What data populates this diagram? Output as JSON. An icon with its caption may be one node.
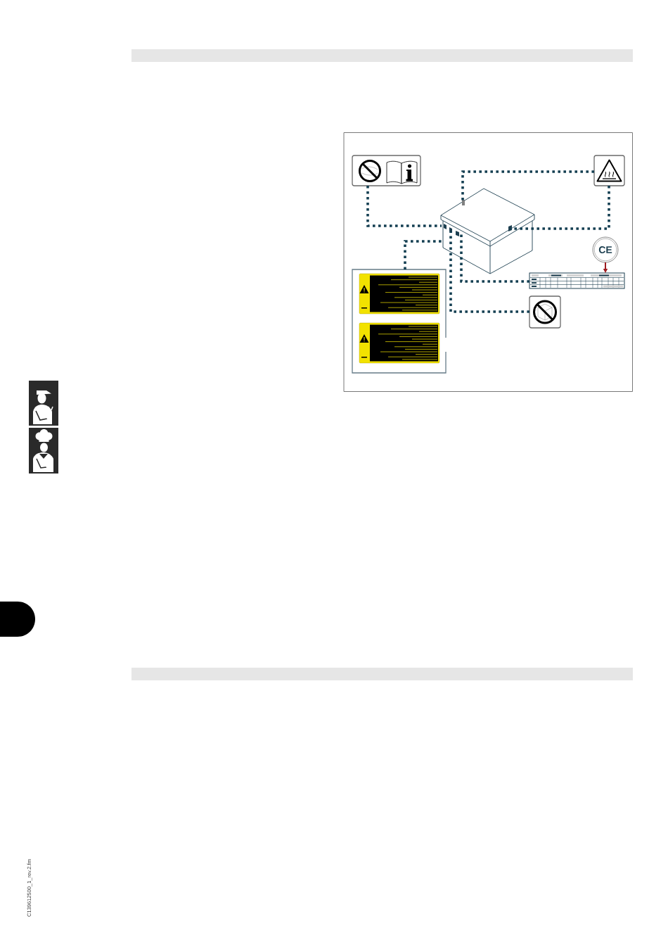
{
  "diagram": {
    "nodes": [
      {
        "text": [],
        "shape": "bar"
      },
      {
        "text": [],
        "shape": "picture"
      },
      {
        "text": [],
        "shape": "picture"
      },
      {
        "text": [],
        "shape": "picture"
      },
      {
        "text": [
          "CE"
        ]
      },
      {
        "text": [],
        "shape": "picture"
      },
      {
        "text": [],
        "shape": "picture"
      },
      {
        "text": [],
        "shape": "picture"
      },
      {
        "text": [],
        "shape": "bar"
      }
    ],
    "edges": [
      {
        "from": 1,
        "to": 3,
        "arrow": "none",
        "style": "dashed"
      },
      {
        "from": 2,
        "to": 3,
        "arrow": "none",
        "style": "dashed"
      },
      {
        "from": 2,
        "to": 3,
        "arrow": "none",
        "style": "dashed"
      },
      {
        "from": 5,
        "to": 3,
        "arrow": "none",
        "style": "dashed"
      },
      {
        "from": 6,
        "to": 3,
        "arrow": "none",
        "style": "dashed"
      },
      {
        "from": 7,
        "to": 3,
        "arrow": "none",
        "style": "dashed"
      },
      {
        "from": 4,
        "to": 6,
        "arrow": "to",
        "color": "#9e1b20"
      }
    ],
    "labels": [
      "C139612500_1_rev.2.fm"
    ]
  }
}
